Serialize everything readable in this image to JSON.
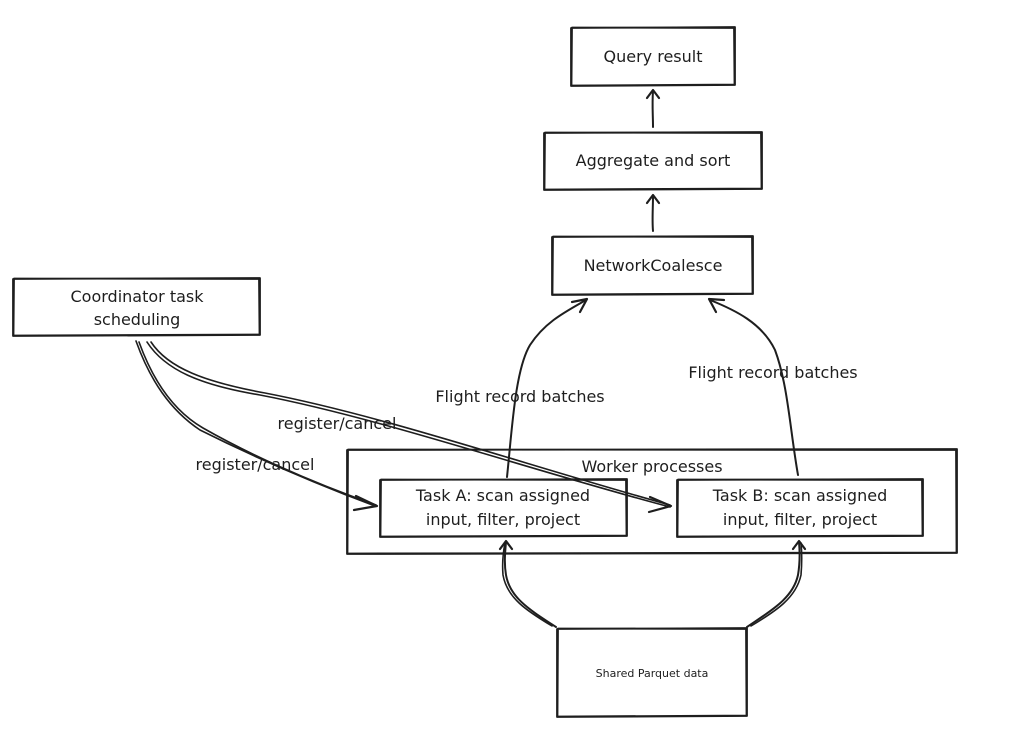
{
  "nodes": {
    "query_result": "Query result",
    "aggregate_sort": "Aggregate and sort",
    "network_coalesce": "NetworkCoalesce",
    "coordinator_line1": "Coordinator task",
    "coordinator_line2": "scheduling",
    "worker_processes": "Worker processes",
    "task_a_line1": "Task A: scan assigned",
    "task_a_line2": "input, filter, project",
    "task_b_line1": "Task B: scan assigned",
    "task_b_line2": "input, filter, project",
    "shared_parquet": "Shared Parquet data"
  },
  "edge_labels": {
    "flight_a": "Flight record batches",
    "flight_b": "Flight record batches",
    "register_cancel_a": "register/cancel",
    "register_cancel_b": "register/cancel"
  }
}
